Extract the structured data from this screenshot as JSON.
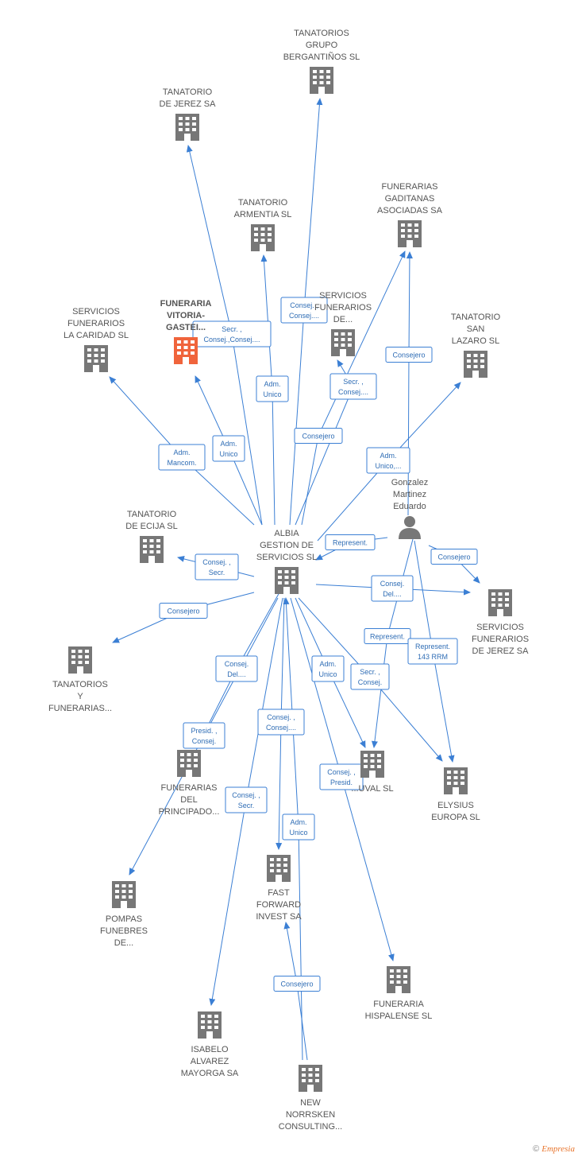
{
  "nodes": [
    {
      "id": "albia",
      "lines": [
        "ALBIA",
        "GESTION DE",
        "SERVICIOS SL"
      ],
      "type": "company"
    },
    {
      "id": "grupo_bergantinos",
      "lines": [
        "TANATORIOS",
        "GRUPO",
        "BERGANTIÑOS SL"
      ],
      "type": "company"
    },
    {
      "id": "jerez",
      "lines": [
        "TANATORIO",
        "DE JEREZ SA"
      ],
      "type": "company"
    },
    {
      "id": "armentia",
      "lines": [
        "TANATORIO",
        "ARMENTIA SL"
      ],
      "type": "company"
    },
    {
      "id": "gaditanas",
      "lines": [
        "FUNERARIAS",
        "GADITANAS",
        "ASOCIADAS SA"
      ],
      "type": "company"
    },
    {
      "id": "caridad",
      "lines": [
        "SERVICIOS",
        "FUNERARIOS",
        "LA CARIDAD SL"
      ],
      "type": "company"
    },
    {
      "id": "vitoria",
      "lines": [
        "FUNERARIA",
        "VITORIA-",
        "GASTEI..."
      ],
      "type": "company",
      "highlight": true
    },
    {
      "id": "serv_de",
      "lines": [
        "SERVICIOS",
        "FUNERARIOS",
        "DE..."
      ],
      "type": "company"
    },
    {
      "id": "san_lazaro",
      "lines": [
        "TANATORIO",
        "SAN",
        "LAZARO  SL"
      ],
      "type": "company"
    },
    {
      "id": "ecija",
      "lines": [
        "TANATORIO",
        "DE ECIJA SL"
      ],
      "type": "company"
    },
    {
      "id": "gonzalez",
      "lines": [
        "Gonzalez",
        "Martinez",
        "Eduardo"
      ],
      "type": "person"
    },
    {
      "id": "serv_jerez",
      "lines": [
        "SERVICIOS",
        "FUNERARIOS",
        "DE JEREZ SA"
      ],
      "type": "company"
    },
    {
      "id": "tanatorios_y",
      "lines": [
        "TANATORIOS",
        "Y",
        "FUNERARIAS..."
      ],
      "type": "company"
    },
    {
      "id": "principado",
      "lines": [
        "FUNERARIAS",
        "DEL",
        "PRINCIPADO..."
      ],
      "type": "company"
    },
    {
      "id": "uval",
      "lines": [
        "...UVAL SL"
      ],
      "type": "company"
    },
    {
      "id": "elysius",
      "lines": [
        "ELYSIUS",
        "EUROPA SL"
      ],
      "type": "company"
    },
    {
      "id": "pompas",
      "lines": [
        "POMPAS",
        "FUNEBRES",
        "DE..."
      ],
      "type": "company"
    },
    {
      "id": "fast_forward",
      "lines": [
        "FAST",
        "FORWARD",
        "INVEST SA"
      ],
      "type": "company"
    },
    {
      "id": "hispalense",
      "lines": [
        "FUNERARIA",
        "HISPALENSE SL"
      ],
      "type": "company"
    },
    {
      "id": "isabelo",
      "lines": [
        "ISABELO",
        "ALVAREZ",
        "MAYORGA SA"
      ],
      "type": "company"
    },
    {
      "id": "norrsken",
      "lines": [
        "NEW",
        "NORRSKEN",
        "CONSULTING..."
      ],
      "type": "company"
    }
  ],
  "edges": [
    {
      "from": "albia",
      "to": "grupo_bergantinos",
      "label": [
        "Consej. ,",
        "Consej...."
      ]
    },
    {
      "from": "albia",
      "to": "jerez",
      "label": [
        "Secr. ,",
        "Consej.,Consej...."
      ]
    },
    {
      "from": "albia",
      "to": "armentia",
      "label": [
        "Adm.",
        "Unico"
      ]
    },
    {
      "from": "albia",
      "to": "gaditanas",
      "label": [
        "Consejero"
      ]
    },
    {
      "from": "albia",
      "to": "caridad",
      "label": [
        "Adm.",
        "Mancom."
      ]
    },
    {
      "from": "albia",
      "to": "vitoria",
      "label": [
        "Adm.",
        "Unico"
      ]
    },
    {
      "from": "albia",
      "to": "serv_de",
      "label": [
        "Secr. ,",
        "Consej...."
      ]
    },
    {
      "from": "albia",
      "to": "san_lazaro",
      "label": [
        "Adm.",
        "Unico,..."
      ]
    },
    {
      "from": "albia",
      "to": "ecija",
      "label": [
        "Consej. ,",
        "Secr."
      ]
    },
    {
      "from": "albia",
      "to": "tanatorios_y",
      "label": [
        "Consejero"
      ]
    },
    {
      "from": "albia",
      "to": "serv_jerez",
      "label": [
        "Consej.",
        "Del...."
      ]
    },
    {
      "from": "albia",
      "to": "principado",
      "label": [
        "Consej.",
        "Del...."
      ]
    },
    {
      "from": "albia",
      "to": "pompas",
      "label": [
        "Presid. ,",
        "Consej."
      ]
    },
    {
      "from": "albia",
      "to": "uval",
      "label": [
        "Adm.",
        "Unico"
      ]
    },
    {
      "from": "albia",
      "to": "elysius",
      "label": [
        "Secr. ,",
        "Consej."
      ]
    },
    {
      "from": "albia",
      "to": "fast_forward",
      "label": [
        "Consej. ,",
        "Consej...."
      ]
    },
    {
      "from": "albia",
      "to": "hispalense",
      "label": [
        "Consej. ,",
        "Presid."
      ]
    },
    {
      "from": "albia",
      "to": "isabelo",
      "label": [
        "Consej. ,",
        "Secr."
      ]
    },
    {
      "from": "gonzalez",
      "to": "albia",
      "label": [
        "Represent."
      ]
    },
    {
      "from": "gonzalez",
      "to": "gaditanas",
      "label": [
        "Consejero"
      ]
    },
    {
      "from": "gonzalez",
      "to": "serv_jerez",
      "label": [
        "Consejero"
      ]
    },
    {
      "from": "gonzalez",
      "to": "uval",
      "label": [
        "Represent."
      ]
    },
    {
      "from": "gonzalez",
      "to": "elysius",
      "label": [
        "Represent.",
        "143 RRM"
      ]
    },
    {
      "from": "norrsken",
      "to": "albia",
      "label": [
        "Adm.",
        "Unico"
      ]
    },
    {
      "from": "norrsken",
      "to": "fast_forward",
      "label": [
        "Consejero"
      ]
    }
  ],
  "colors": {
    "edge": "#3b7fd4",
    "node": "#777777",
    "highlight": "#f0643c"
  },
  "footer": {
    "copyright": "©",
    "brand": "Empresia"
  }
}
